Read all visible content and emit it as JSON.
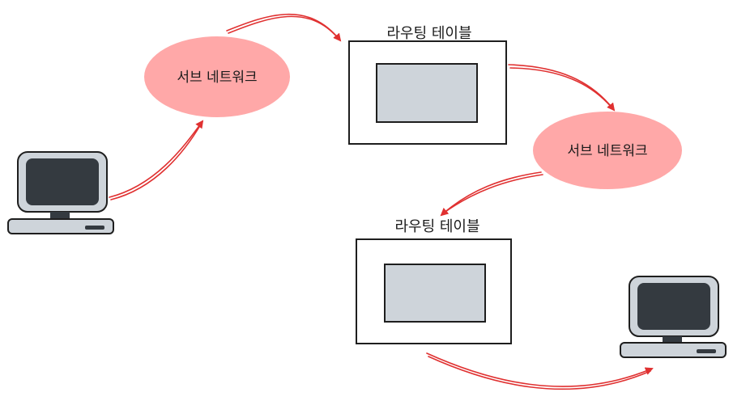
{
  "labels": {
    "subnet_1": "서브 네트워크",
    "subnet_2": "서브 네트워크",
    "routing_table_1": "라우팅 테이블",
    "routing_table_2": "라우팅 테이블"
  },
  "colors": {
    "subnet_fill": "#ffa8a8",
    "arrow": "#e03131",
    "screen_fill": "#ced4da",
    "monitor_body": "#ced4da",
    "monitor_screen": "#343a40",
    "stroke": "#1e1e1e"
  },
  "icons": {
    "host_left": "computer-icon",
    "host_right": "computer-icon"
  }
}
